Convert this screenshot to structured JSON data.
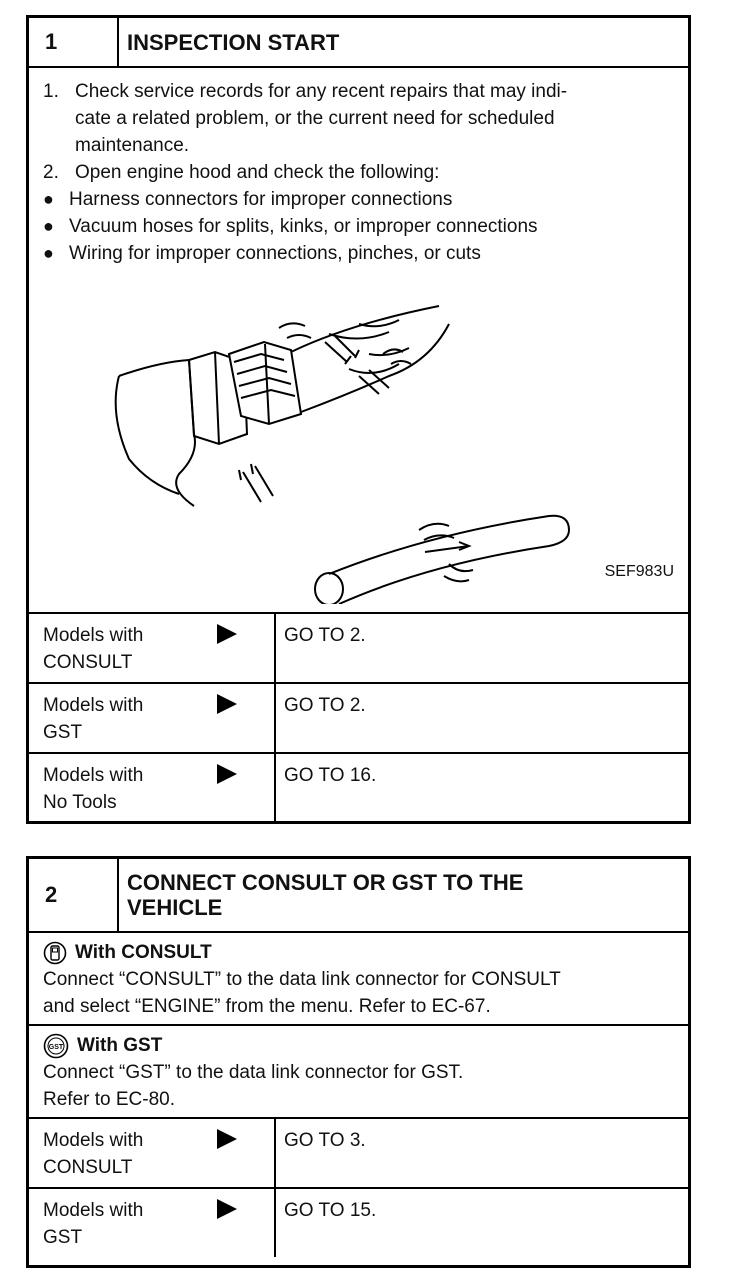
{
  "box1": {
    "number": "1",
    "title": "INSPECTION START",
    "steps": [
      {
        "n": "1.",
        "lines": [
          "Check service records for any recent repairs that may indi-",
          "cate a related problem, or the current need for scheduled",
          "maintenance."
        ]
      },
      {
        "n": "2.",
        "lines": [
          "Open engine hood and check the following:"
        ]
      }
    ],
    "bullets": [
      "Harness connectors for improper connections",
      "Vacuum hoses for splits, kinks, or improper connections",
      "Wiring for improper connections, pinches, or cuts"
    ],
    "figure_code": "SEF983U",
    "rows": [
      {
        "l1": "Models with",
        "l2": "CONSULT",
        "go": "GO TO 2."
      },
      {
        "l1": "Models with",
        "l2": "GST",
        "go": "GO TO 2."
      },
      {
        "l1": "Models with",
        "l2": "No Tools",
        "go": "GO TO 16."
      }
    ]
  },
  "box2": {
    "number": "2",
    "title_line1": "CONNECT CONSULT OR GST TO THE",
    "title_line2": "VEHICLE",
    "consult": {
      "icon_label": "With CONSULT",
      "line1": "Connect “CONSULT” to the data link connector for CONSULT",
      "line2": "and select “ENGINE” from the menu. Refer to EC-67."
    },
    "gst": {
      "icon_text": "GST",
      "icon_label": "With GST",
      "line1": "Connect “GST” to the data link connector for GST.",
      "line2": "Refer to EC-80."
    },
    "rows": [
      {
        "l1": "Models with",
        "l2": "CONSULT",
        "go": "GO TO 3."
      },
      {
        "l1": "Models with",
        "l2": "GST",
        "go": "GO TO 15."
      }
    ]
  }
}
